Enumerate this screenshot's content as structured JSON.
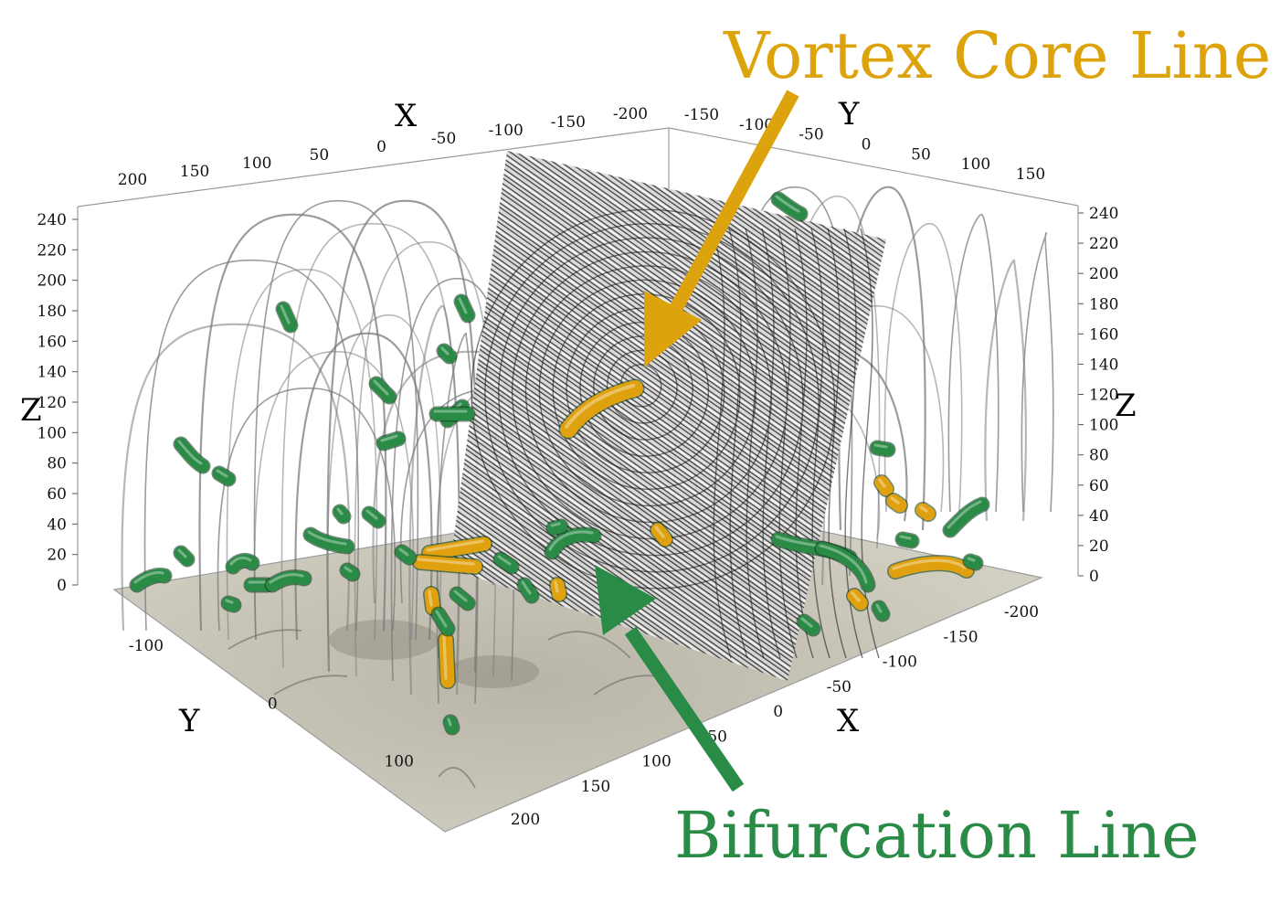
{
  "axes": {
    "x_name": "X",
    "y_name": "Y",
    "z_name": "Z",
    "x_ticks_top": [
      "200",
      "150",
      "100",
      "50",
      "0",
      "-50",
      "-100",
      "-150",
      "-200"
    ],
    "y_ticks_top": [
      "-150",
      "-100",
      "-50",
      "0",
      "50",
      "100",
      "150"
    ],
    "z_ticks_left": [
      "0",
      "20",
      "40",
      "60",
      "80",
      "100",
      "120",
      "140",
      "160",
      "180",
      "200",
      "220",
      "240"
    ],
    "z_ticks_right": [
      "0",
      "20",
      "40",
      "60",
      "80",
      "100",
      "120",
      "140",
      "160",
      "180",
      "200",
      "220",
      "240"
    ],
    "y_ticks_bottom": [
      "-100",
      "0",
      "100",
      "200"
    ],
    "x_ticks_bottom": [
      "-200",
      "-150",
      "-100",
      "-50",
      "0",
      "50",
      "100",
      "150"
    ]
  },
  "callouts": {
    "vortex": {
      "label": "Vortex Core Line",
      "color": "#dca30c"
    },
    "bifurcation": {
      "label": "Bifurcation Line",
      "color": "#2a8b46"
    }
  },
  "colors": {
    "floor": "#cdc9bc",
    "field_lines": "#7b7b7b",
    "slice": "#9a9a9a",
    "vortex_tubes": "#e0a10f",
    "bifurcation_tubes": "#2a8b46"
  }
}
